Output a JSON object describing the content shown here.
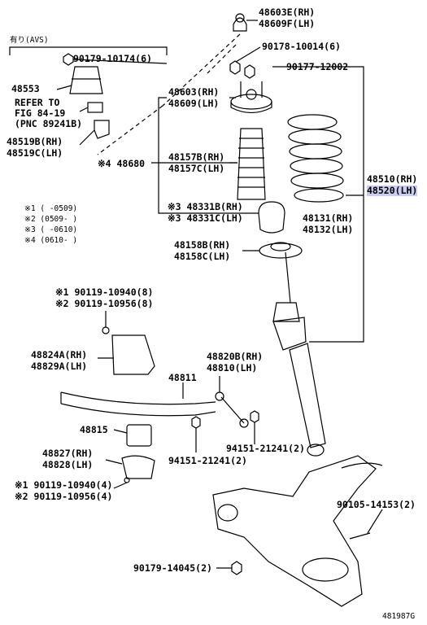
{
  "diagram_id": "481987G",
  "avs_group_label": "有り(AVS)",
  "highlight_color": "#c9cbf0",
  "parts": {
    "p48603E": "48603E(RH)",
    "p48609F": "48609F(LH)",
    "p90178": "90178-10014(6)",
    "p90179_10174": "90179-10174(6)",
    "p90177": "90177-12002",
    "p48553": "48553",
    "refer1": "REFER TO",
    "refer2": "FIG 84-19",
    "refer3": "(PNC 89241B)",
    "p48603": "48603(RH)",
    "p48609": "48609(LH)",
    "p48519B": "48519B(RH)",
    "p48519C": "48519C(LH)",
    "p48680": "※4 48680",
    "p48157B": "48157B(RH)",
    "p48157C": "48157C(LH)",
    "p48510": "48510(RH)",
    "p48520": "48520(LH)",
    "p48331B": "※3 48331B(RH)",
    "p48331C": "※3 48331C(LH)",
    "p48131": "48131(RH)",
    "p48132": "48132(LH)",
    "p48158B": "48158B(RH)",
    "p48158C": "48158C(LH)",
    "p90119_10940_a": "※1 90119-10940(8)",
    "p90119_10956_a": "※2 90119-10956(8)",
    "p48824A": "48824A(RH)",
    "p48829A": "48829A(LH)",
    "p48820B": "48820B(RH)",
    "p48810": "48810(LH)",
    "p48811": "48811",
    "p48815": "48815",
    "p94151_a": "94151-21241(2)",
    "p94151_b": "94151-21241(2)",
    "p48827": "48827(RH)",
    "p48828": "48828(LH)",
    "p90119_10940_b": "※1 90119-10940(4)",
    "p90119_10956_b": "※2 90119-10956(4)",
    "p90105": "90105-14153(2)",
    "p90179_14045": "90179-14045(2)"
  },
  "notes": [
    "※1 (     -0509)",
    "※2 (0509-     )",
    "※3 (     -0610)",
    "※4 (0610-     )"
  ]
}
